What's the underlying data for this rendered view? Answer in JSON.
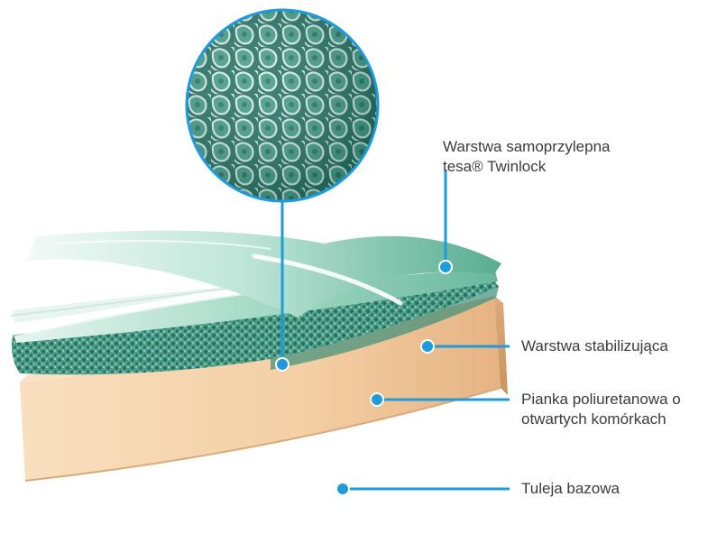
{
  "labels": {
    "adhesive": {
      "line1": "Warstwa samoprzylepna",
      "line2": "tesa® Twinlock"
    },
    "stabilizing": "Warstwa stabilizująca",
    "foam": {
      "line1": "Pianka poliuretanowa o",
      "line2": "otwartych komórkach"
    },
    "base": "Tuleja bazowa"
  },
  "colors": {
    "callout": "#1f9bd9",
    "foam_dark": "#2f7f6f",
    "foam_mid": "#5fb59f",
    "teal_light": "#bfe6d8",
    "teal_mid": "#82c9b2",
    "sleeve_light": "#f7ddbb",
    "sleeve_dark": "#e9b888",
    "text": "#3b3b3b"
  }
}
